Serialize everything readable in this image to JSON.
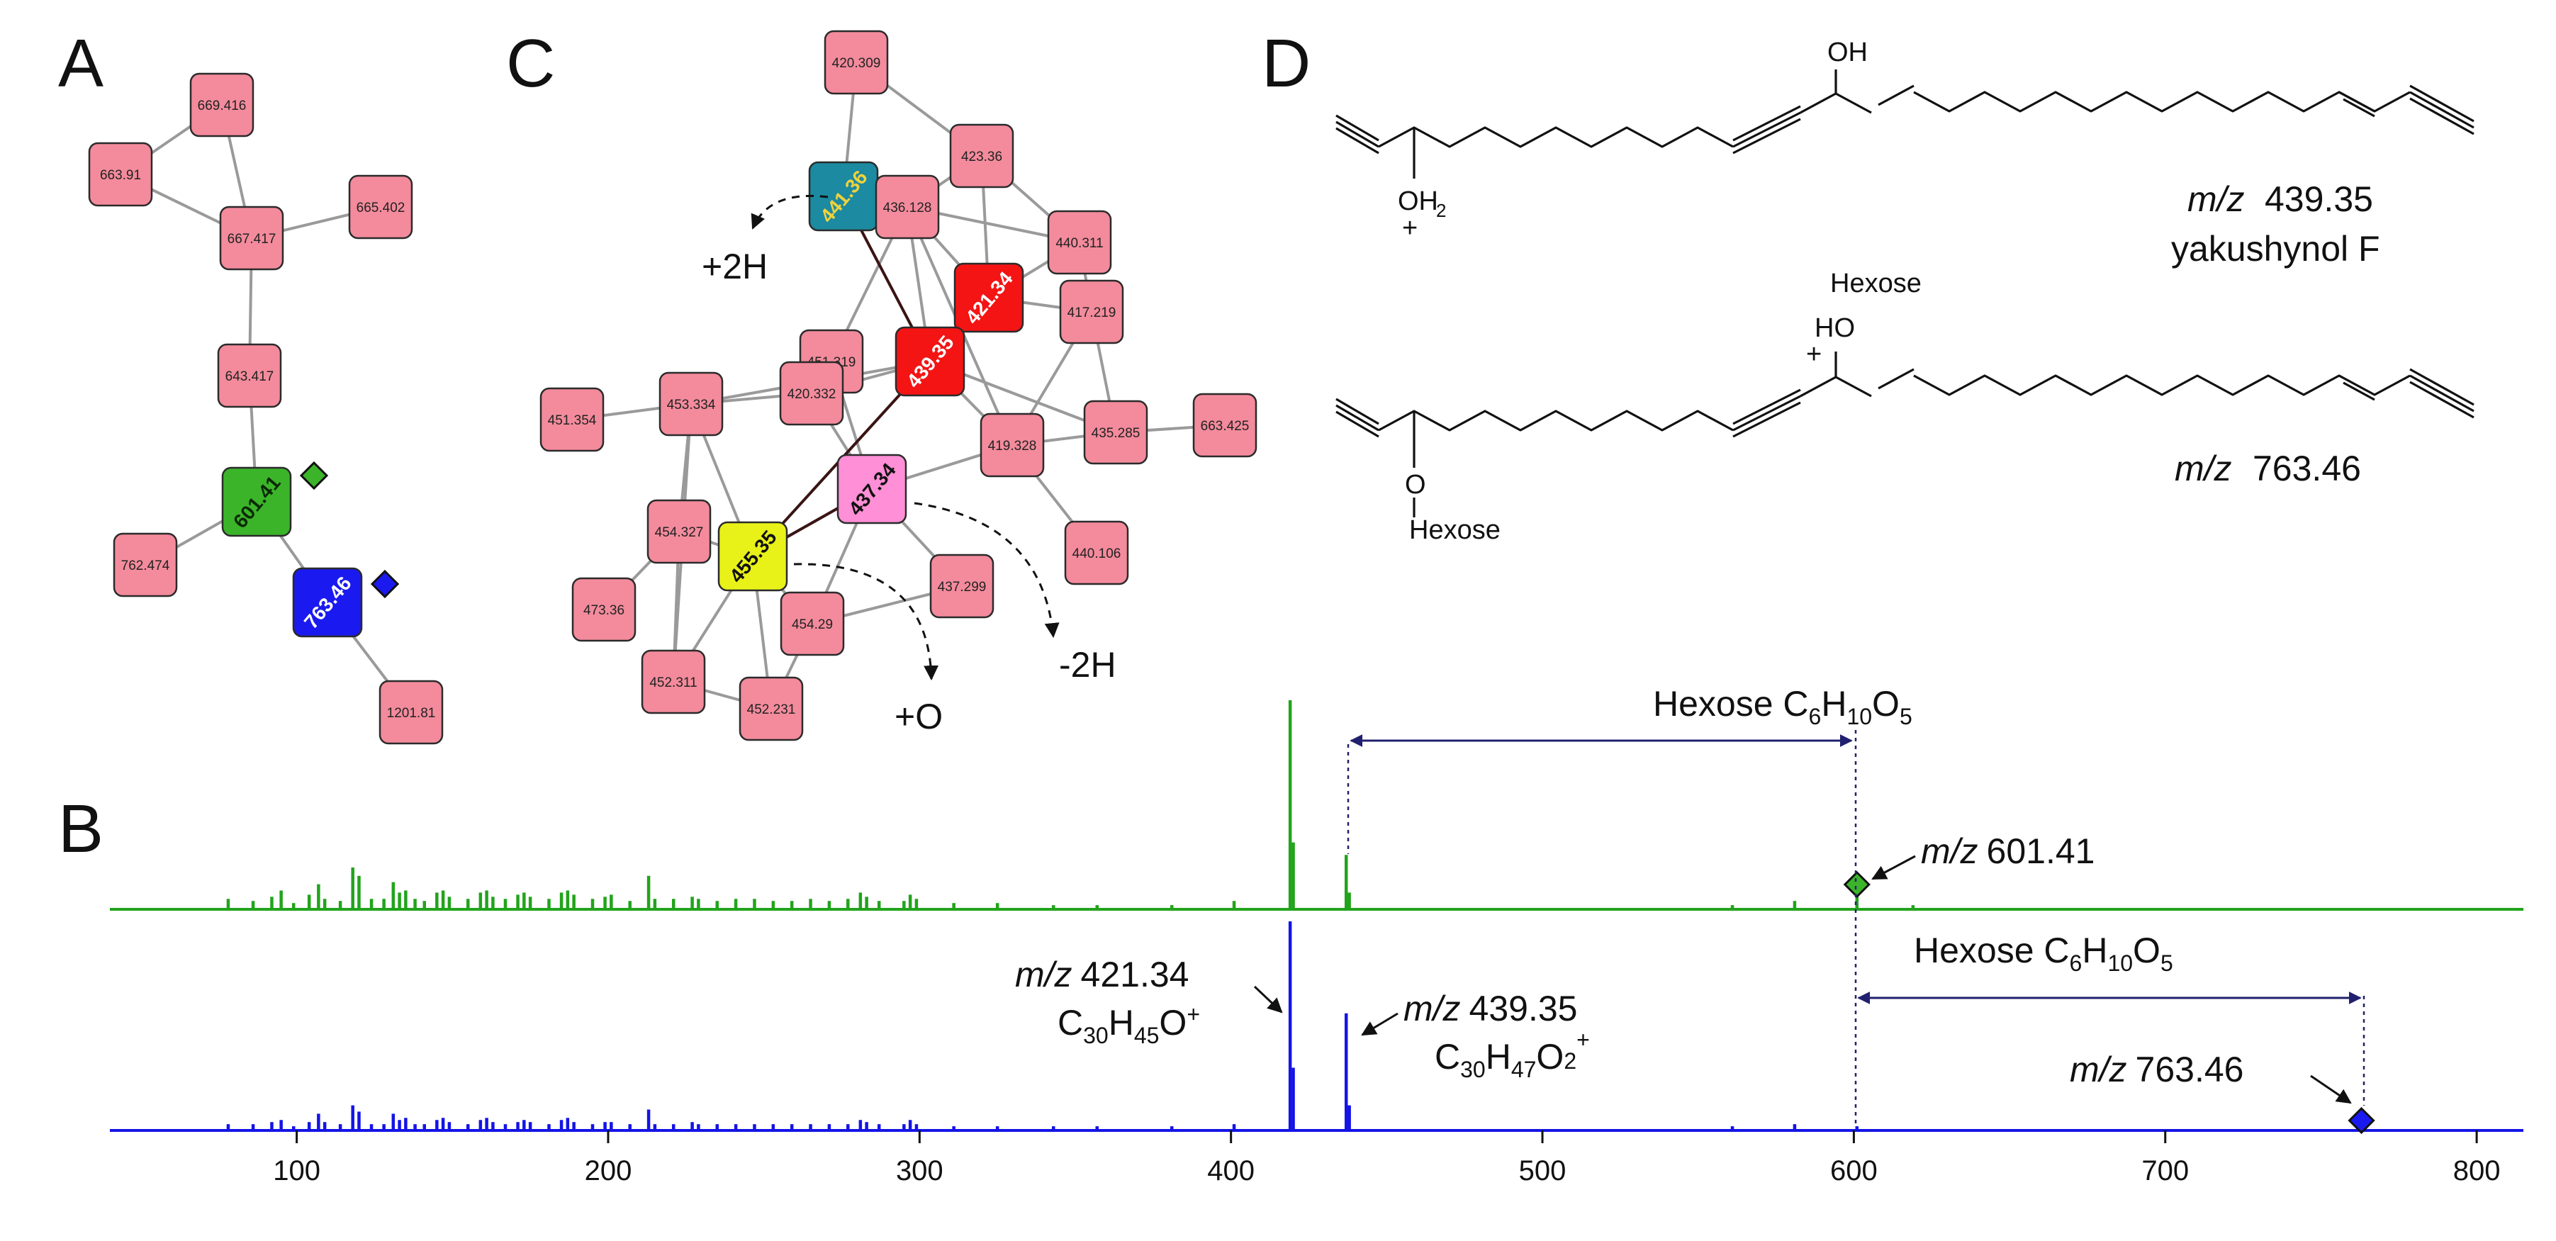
{
  "panels": {
    "a": "A",
    "b": "B",
    "c": "C",
    "d": "D"
  },
  "network_a": {
    "nodes": [
      {
        "label": "669.416",
        "role": "plain"
      },
      {
        "label": "663.91",
        "role": "plain"
      },
      {
        "label": "667.417",
        "role": "plain"
      },
      {
        "label": "665.402",
        "role": "plain"
      },
      {
        "label": "643.417",
        "role": "plain"
      },
      {
        "label": "601.41",
        "role": "green"
      },
      {
        "label": "762.474",
        "role": "plain"
      },
      {
        "label": "763.46",
        "role": "blue"
      },
      {
        "label": "1201.81",
        "role": "plain"
      }
    ]
  },
  "network_c": {
    "nodes": [
      {
        "label": "420.309",
        "role": "plain"
      },
      {
        "label": "423.36",
        "role": "plain"
      },
      {
        "label": "441.36",
        "role": "teal"
      },
      {
        "label": "436.128",
        "role": "plain"
      },
      {
        "label": "440.311",
        "role": "plain"
      },
      {
        "label": "421.34",
        "role": "red"
      },
      {
        "label": "417.219",
        "role": "plain"
      },
      {
        "label": "451.319",
        "role": "plain"
      },
      {
        "label": "439.35",
        "role": "red"
      },
      {
        "label": "453.334",
        "role": "plain"
      },
      {
        "label": "420.332",
        "role": "plain"
      },
      {
        "label": "451.354",
        "role": "plain"
      },
      {
        "label": "435.285",
        "role": "plain"
      },
      {
        "label": "663.425",
        "role": "plain"
      },
      {
        "label": "419.328",
        "role": "plain"
      },
      {
        "label": "437.34",
        "role": "pink"
      },
      {
        "label": "454.327",
        "role": "plain"
      },
      {
        "label": "455.35",
        "role": "yellow"
      },
      {
        "label": "440.106",
        "role": "plain"
      },
      {
        "label": "473.36",
        "role": "plain"
      },
      {
        "label": "437.299",
        "role": "plain"
      },
      {
        "label": "454.29",
        "role": "plain"
      },
      {
        "label": "452.311",
        "role": "plain"
      },
      {
        "label": "452.231",
        "role": "plain"
      }
    ],
    "annotations": {
      "plus2h": "+2H",
      "minus2h": "-2H",
      "plus_o": "+O"
    }
  },
  "structures": {
    "top": {
      "mz_prefix": "m/z",
      "mz_value": "439.35",
      "name": "yakushynol F",
      "oh": "OH",
      "oh2": "OH",
      "oh2_sub": "2",
      "charge": "+"
    },
    "bottom": {
      "mz_prefix": "m/z",
      "mz_value": "763.46",
      "hexose_top": "Hexose",
      "ho": "HO",
      "charge": "+",
      "o": "O",
      "hexose_bottom": "Hexose"
    }
  },
  "spectra_labels": {
    "hexose1": {
      "text": "Hexose C",
      "s1": "6",
      "h": "H",
      "s2": "10",
      "o": "O",
      "s3": "5"
    },
    "hexose2": {
      "text": "Hexose C",
      "s1": "6",
      "h": "H",
      "s2": "10",
      "o": "O",
      "s3": "5"
    },
    "mz601": {
      "prefix": "m/z",
      "value": "601.41"
    },
    "mz421": {
      "prefix": "m/z",
      "value": "421.34",
      "formula_c": "C",
      "formula_c_sub": "30",
      "formula_h": "H",
      "formula_h_sub": "45",
      "formula_o": "O",
      "formula_sup": "+"
    },
    "mz439": {
      "prefix": "m/z",
      "value": "439.35",
      "formula_c": "C",
      "formula_c_sub": "30",
      "formula_h": "H",
      "formula_h_sub": "47",
      "formula_o": "O",
      "formula_o_sub": "2",
      "formula_sup": "+"
    },
    "mz763": {
      "prefix": "m/z",
      "value": "763.46"
    }
  },
  "colors": {
    "node_plain": "#f38b9c",
    "node_green": "#3bb42a",
    "node_blue": "#1a1af0",
    "node_red": "#f41414",
    "node_teal": "#1c8aa0",
    "node_yellow": "#e8f218",
    "node_pink": "#ff8fd6",
    "spectrum_top": "#22a31c",
    "spectrum_bottom": "#1414e6",
    "hexose_arrow": "#20206e"
  },
  "chart_data": [
    {
      "type": "line",
      "title": "",
      "xlabel": "",
      "ylabel": "",
      "xlim": [
        40,
        815
      ],
      "x_ticks": [
        100,
        200,
        300,
        400,
        500,
        600,
        700,
        800
      ],
      "grid": false,
      "series": [
        {
          "peaks": [
            [
              78,
              0.05
            ],
            [
              86,
              0.04
            ],
            [
              92,
              0.06
            ],
            [
              95,
              0.09
            ],
            [
              99,
              0.03
            ],
            [
              104,
              0.07
            ],
            [
              107,
              0.12
            ],
            [
              109,
              0.05
            ],
            [
              114,
              0.04
            ],
            [
              118,
              0.2
            ],
            [
              120,
              0.16
            ],
            [
              124,
              0.05
            ],
            [
              128,
              0.05
            ],
            [
              131,
              0.13
            ],
            [
              133,
              0.08
            ],
            [
              135,
              0.09
            ],
            [
              138,
              0.05
            ],
            [
              141,
              0.04
            ],
            [
              145,
              0.08
            ],
            [
              147,
              0.09
            ],
            [
              149,
              0.06
            ],
            [
              155,
              0.05
            ],
            [
              159,
              0.08
            ],
            [
              161,
              0.09
            ],
            [
              163,
              0.06
            ],
            [
              167,
              0.05
            ],
            [
              171,
              0.07
            ],
            [
              173,
              0.08
            ],
            [
              175,
              0.06
            ],
            [
              181,
              0.05
            ],
            [
              185,
              0.08
            ],
            [
              187,
              0.09
            ],
            [
              189,
              0.07
            ],
            [
              195,
              0.05
            ],
            [
              199,
              0.06
            ],
            [
              201,
              0.07
            ],
            [
              207,
              0.04
            ],
            [
              213,
              0.16
            ],
            [
              215,
              0.05
            ],
            [
              221,
              0.05
            ],
            [
              227,
              0.06
            ],
            [
              229,
              0.05
            ],
            [
              235,
              0.04
            ],
            [
              241,
              0.05
            ],
            [
              247,
              0.05
            ],
            [
              253,
              0.04
            ],
            [
              259,
              0.04
            ],
            [
              265,
              0.05
            ],
            [
              271,
              0.04
            ],
            [
              277,
              0.05
            ],
            [
              281,
              0.08
            ],
            [
              283,
              0.06
            ],
            [
              287,
              0.04
            ],
            [
              295,
              0.04
            ],
            [
              297,
              0.07
            ],
            [
              299,
              0.05
            ],
            [
              311,
              0.03
            ],
            [
              325,
              0.03
            ],
            [
              343,
              0.02
            ],
            [
              357,
              0.02
            ],
            [
              381,
              0.02
            ],
            [
              401,
              0.04
            ],
            [
              419,
              1.0
            ],
            [
              420,
              0.32
            ],
            [
              437,
              0.26
            ],
            [
              438,
              0.08
            ],
            [
              561,
              0.02
            ],
            [
              581,
              0.04
            ],
            [
              601,
              0.08
            ],
            [
              619,
              0.02
            ]
          ],
          "markers": [
            {
              "x": 601,
              "shape": "diamond"
            }
          ]
        },
        {
          "peaks": [
            [
              78,
              0.03
            ],
            [
              86,
              0.03
            ],
            [
              92,
              0.04
            ],
            [
              95,
              0.05
            ],
            [
              99,
              0.02
            ],
            [
              104,
              0.04
            ],
            [
              107,
              0.08
            ],
            [
              109,
              0.04
            ],
            [
              114,
              0.03
            ],
            [
              118,
              0.12
            ],
            [
              120,
              0.09
            ],
            [
              124,
              0.03
            ],
            [
              128,
              0.03
            ],
            [
              131,
              0.08
            ],
            [
              133,
              0.05
            ],
            [
              135,
              0.06
            ],
            [
              138,
              0.03
            ],
            [
              141,
              0.03
            ],
            [
              145,
              0.05
            ],
            [
              147,
              0.06
            ],
            [
              149,
              0.04
            ],
            [
              155,
              0.03
            ],
            [
              159,
              0.05
            ],
            [
              161,
              0.06
            ],
            [
              163,
              0.04
            ],
            [
              167,
              0.03
            ],
            [
              171,
              0.04
            ],
            [
              173,
              0.05
            ],
            [
              175,
              0.04
            ],
            [
              181,
              0.03
            ],
            [
              185,
              0.05
            ],
            [
              187,
              0.06
            ],
            [
              189,
              0.04
            ],
            [
              195,
              0.03
            ],
            [
              199,
              0.04
            ],
            [
              201,
              0.04
            ],
            [
              207,
              0.03
            ],
            [
              213,
              0.1
            ],
            [
              215,
              0.03
            ],
            [
              221,
              0.03
            ],
            [
              227,
              0.04
            ],
            [
              229,
              0.03
            ],
            [
              235,
              0.03
            ],
            [
              241,
              0.03
            ],
            [
              247,
              0.03
            ],
            [
              253,
              0.03
            ],
            [
              259,
              0.03
            ],
            [
              265,
              0.03
            ],
            [
              271,
              0.03
            ],
            [
              277,
              0.03
            ],
            [
              281,
              0.05
            ],
            [
              283,
              0.04
            ],
            [
              287,
              0.03
            ],
            [
              295,
              0.03
            ],
            [
              297,
              0.05
            ],
            [
              299,
              0.03
            ],
            [
              311,
              0.02
            ],
            [
              325,
              0.02
            ],
            [
              343,
              0.02
            ],
            [
              357,
              0.02
            ],
            [
              381,
              0.02
            ],
            [
              401,
              0.03
            ],
            [
              419,
              1.0
            ],
            [
              420,
              0.3
            ],
            [
              437,
              0.56
            ],
            [
              438,
              0.12
            ],
            [
              561,
              0.02
            ],
            [
              581,
              0.03
            ],
            [
              601,
              0.02
            ],
            [
              763,
              0.03
            ]
          ],
          "markers": [
            {
              "x": 763,
              "shape": "diamond"
            }
          ]
        }
      ]
    }
  ]
}
